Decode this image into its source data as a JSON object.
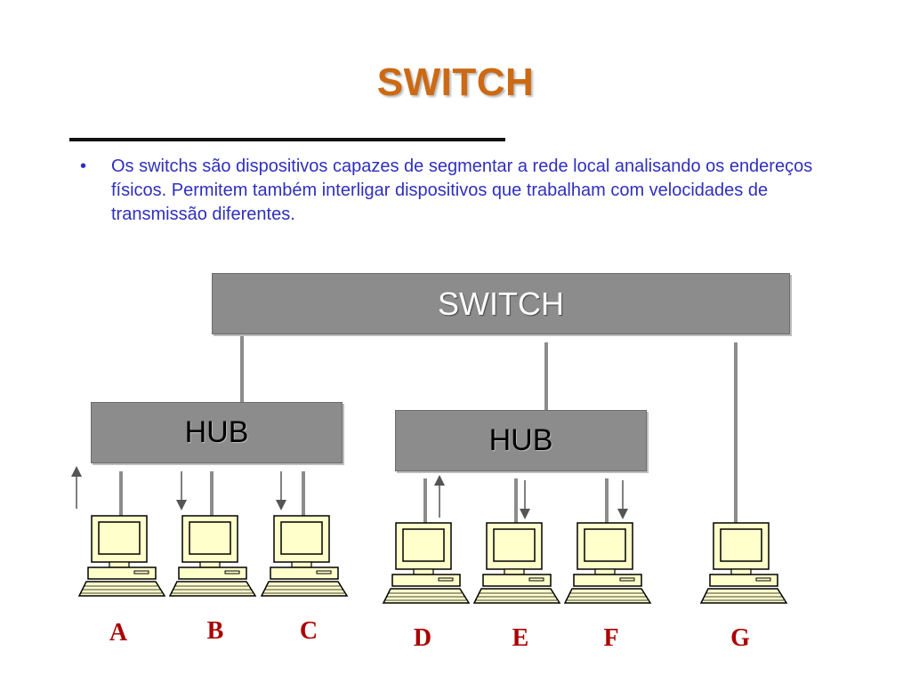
{
  "slide": {
    "title": "SWITCH",
    "bullet_marker": "•",
    "bullet_text": "Os switchs são dispositivos capazes de segmentar a rede local analisando os endereços físicos. Permitem também interligar dispositivos que trabalham com velocidades de transmissão diferentes."
  },
  "diagram": {
    "switch_label": "SWITCH",
    "hubs": [
      {
        "label": "HUB"
      },
      {
        "label": "HUB"
      }
    ],
    "computers": [
      {
        "label": "A",
        "hub": 1,
        "arrow": "up"
      },
      {
        "label": "B",
        "hub": 1,
        "arrow": "down"
      },
      {
        "label": "C",
        "hub": 1,
        "arrow": "down"
      },
      {
        "label": "D",
        "hub": 2,
        "arrow": "up"
      },
      {
        "label": "E",
        "hub": 2,
        "arrow": "down"
      },
      {
        "label": "F",
        "hub": 2,
        "arrow": "down"
      },
      {
        "label": "G",
        "hub": "switch",
        "arrow": "none"
      }
    ]
  },
  "colors": {
    "title": "#cc6a14",
    "bullet_text": "#2f2fbf",
    "box_fill": "#8c8c8c",
    "connector": "#8c8c8c",
    "computer_fill": "#ffffcc",
    "pc_label": "#aa0000"
  }
}
